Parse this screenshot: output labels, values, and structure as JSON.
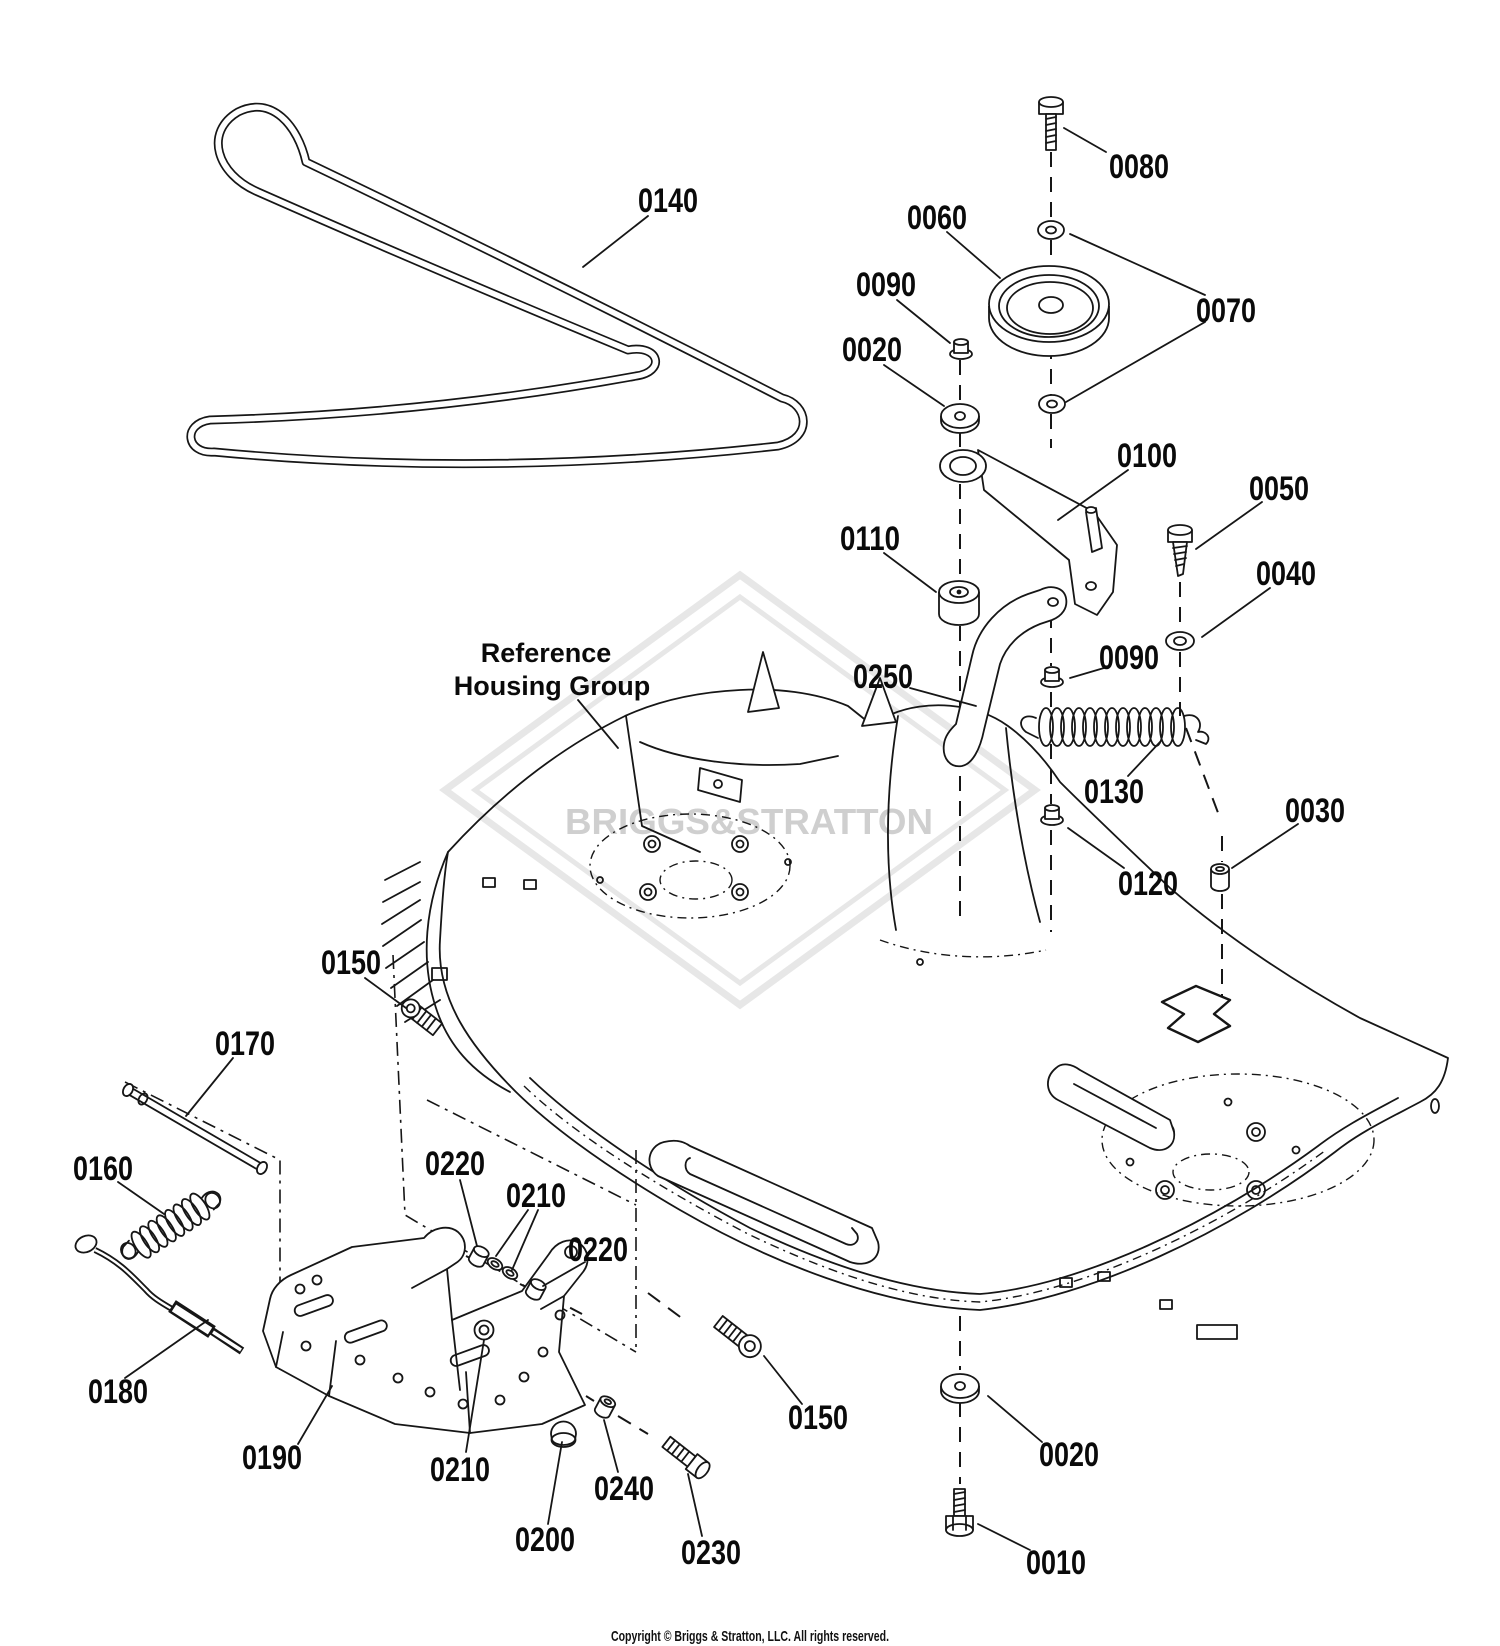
{
  "watermark": {
    "text": "BRIGGS&STRATTON"
  },
  "reference": {
    "line1": "Reference",
    "line2": "Housing Group"
  },
  "footer": {
    "copyright": "Copyright © Briggs & Stratton, LLC. All rights reserved."
  },
  "callouts": [
    {
      "label": "0140"
    },
    {
      "label": "0080"
    },
    {
      "label": "0060"
    },
    {
      "label": "0070"
    },
    {
      "label": "0090"
    },
    {
      "label": "0020"
    },
    {
      "label": "0100"
    },
    {
      "label": "0050"
    },
    {
      "label": "0040"
    },
    {
      "label": "0110"
    },
    {
      "label": "0250"
    },
    {
      "label": "0090"
    },
    {
      "label": "0130"
    },
    {
      "label": "0030"
    },
    {
      "label": "0120"
    },
    {
      "label": "0150"
    },
    {
      "label": "0170"
    },
    {
      "label": "0160"
    },
    {
      "label": "0220"
    },
    {
      "label": "0210"
    },
    {
      "label": "0220"
    },
    {
      "label": "0180"
    },
    {
      "label": "0190"
    },
    {
      "label": "0210"
    },
    {
      "label": "0200"
    },
    {
      "label": "0240"
    },
    {
      "label": "0230"
    },
    {
      "label": "0150"
    },
    {
      "label": "0020"
    },
    {
      "label": "0010"
    }
  ]
}
